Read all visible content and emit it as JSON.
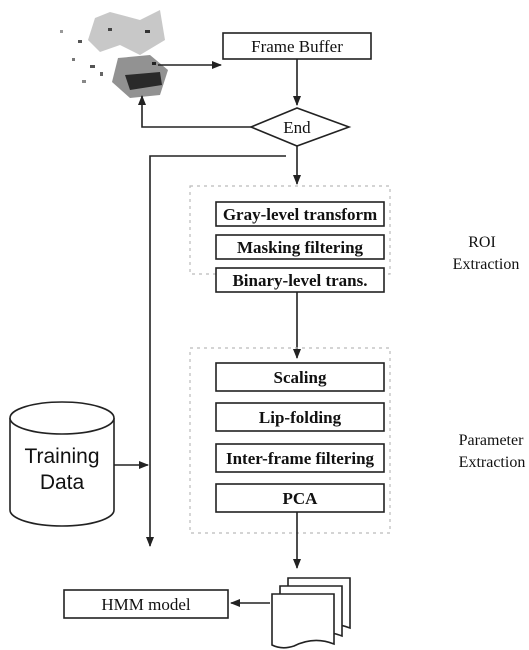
{
  "diagram": {
    "frame_buffer": "Frame Buffer",
    "end": "End",
    "roi_steps": [
      "Gray-level transform",
      "Masking filtering",
      "Binary-level trans."
    ],
    "roi_label": [
      "ROI",
      "Extraction"
    ],
    "param_steps": [
      "Scaling",
      "Lip-folding",
      "Inter-frame filtering",
      "PCA"
    ],
    "param_label": [
      "Parameter",
      "Extraction"
    ],
    "training_data": [
      "Training",
      "Data"
    ],
    "hmm_model": "HMM model"
  }
}
